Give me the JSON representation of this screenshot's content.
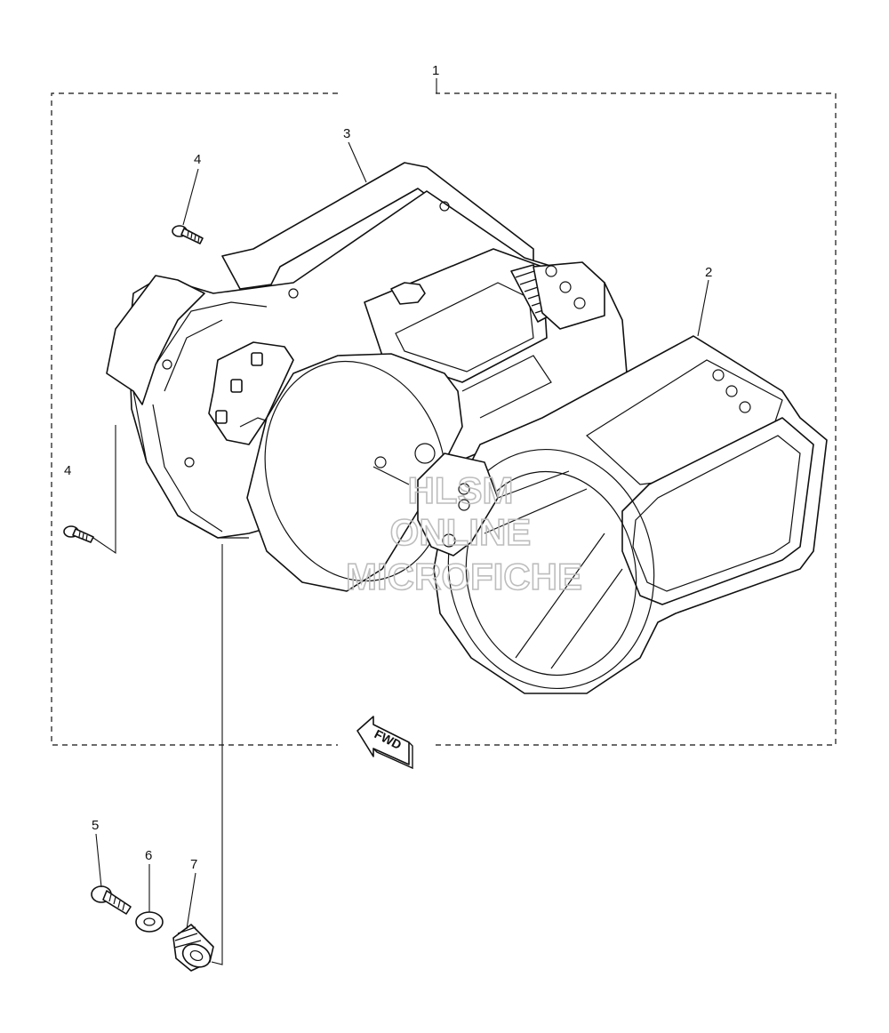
{
  "callouts": [
    {
      "id": "1",
      "label": "1"
    },
    {
      "id": "2",
      "label": "2"
    },
    {
      "id": "3",
      "label": "3"
    },
    {
      "id": "4a",
      "label": "4"
    },
    {
      "id": "4b",
      "label": "4"
    },
    {
      "id": "5",
      "label": "5"
    },
    {
      "id": "6",
      "label": "6"
    },
    {
      "id": "7",
      "label": "7"
    }
  ],
  "direction_arrow": {
    "label": "FWD"
  },
  "watermark": {
    "line1": "HLSM",
    "line2": "ONLINE",
    "line3": "MICROFICHE"
  }
}
